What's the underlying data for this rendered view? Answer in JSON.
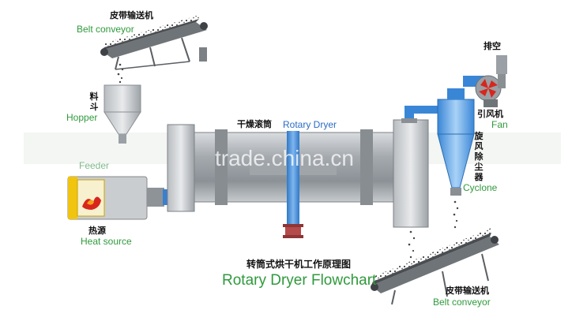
{
  "diagram": {
    "title_cn": "转筒式烘干机工作原理图",
    "title_en": "Rotary Dryer Flowchart",
    "labels": {
      "belt_conveyor_top_cn": "皮带输送机",
      "belt_conveyor_top_en": "Belt conveyor",
      "hopper_cn": "料斗",
      "hopper_en": "Hopper",
      "feeder_en": "Feeder",
      "heat_source_cn": "热源",
      "heat_source_en": "Heat source",
      "rotary_dryer_cn": "干燥滚筒",
      "rotary_dryer_en": "Rotary Dryer",
      "exhaust_cn": "排空",
      "fan_cn": "引风机",
      "fan_en": "Fan",
      "cyclone_cn": "旋风除尘器",
      "cyclone_en": "Cyclone",
      "belt_conveyor_bottom_cn": "皮带输送机",
      "belt_conveyor_bottom_en": "Belt conveyor"
    },
    "watermark": "trade.china.cn"
  },
  "colors": {
    "label_green": "#2f9a3c",
    "label_blue": "#2a6cc4",
    "drum_gray": "#9aa0a5",
    "pipe_blue": "#4a90d9",
    "flame_red": "#d8261c",
    "frame_yellow": "#f1c40f"
  }
}
